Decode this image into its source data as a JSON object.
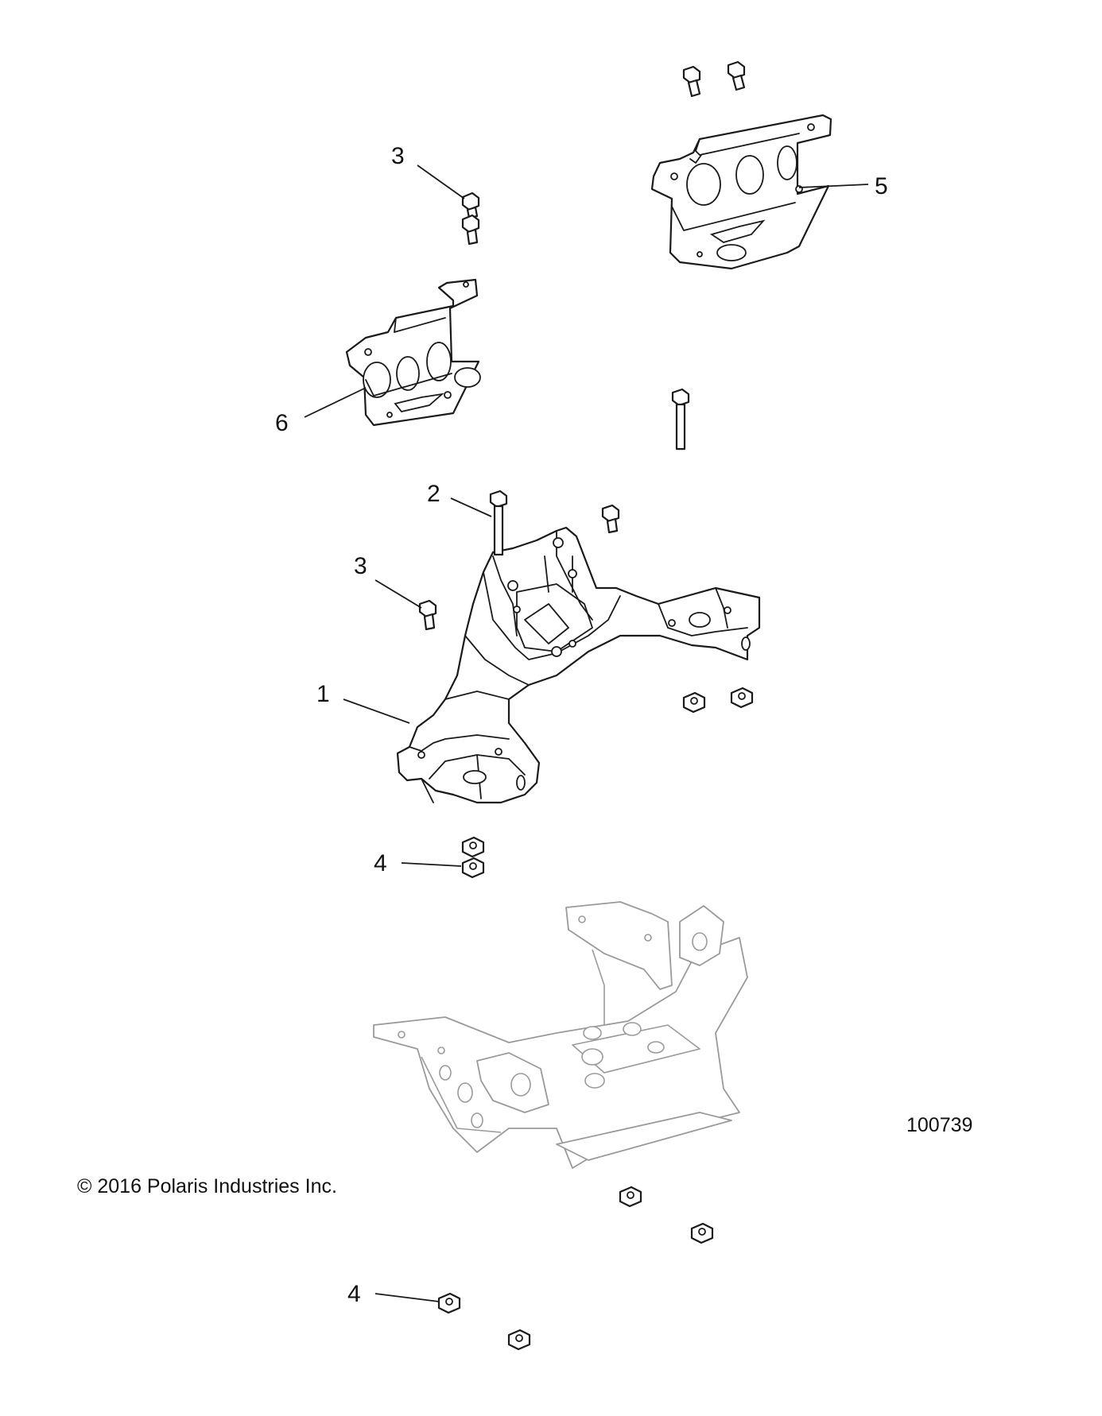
{
  "diagram_id": "100739",
  "copyright": "© 2016 Polaris Industries Inc.",
  "callouts": {
    "c1": "1",
    "c2": "2",
    "c3a": "3",
    "c3b": "3",
    "c4a": "4",
    "c4b": "4",
    "c5": "5",
    "c6": "6"
  }
}
